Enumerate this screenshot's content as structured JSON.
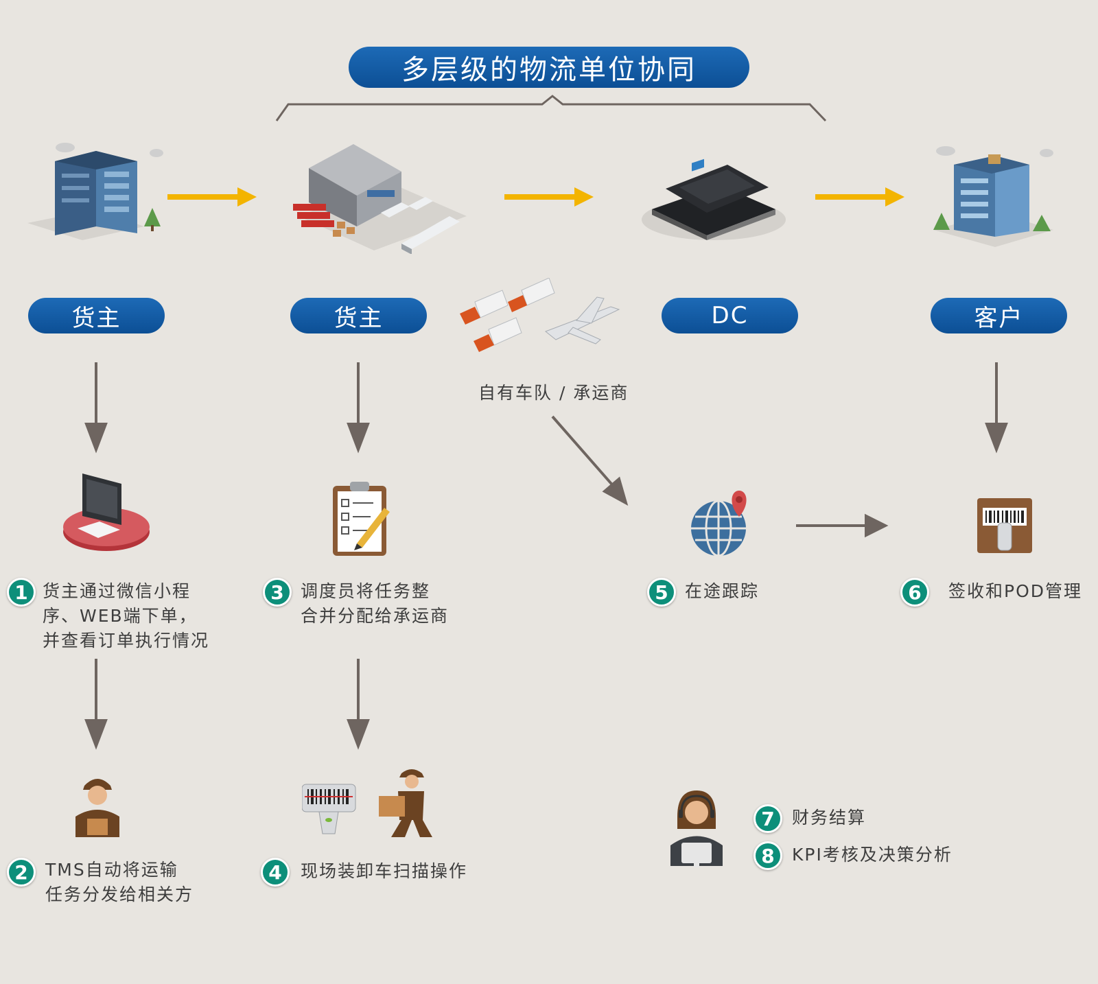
{
  "header": {
    "title": "多层级的物流单位协同"
  },
  "nodes": [
    {
      "label": "货主",
      "icon": "office-building-icon"
    },
    {
      "label": "货主",
      "icon": "warehouse-icon"
    },
    {
      "label": "DC",
      "icon": "chip-icon"
    },
    {
      "label": "客户",
      "icon": "customer-building-icon"
    }
  ],
  "carrier": {
    "label": "自有车队 / 承运商",
    "icon": "trucks-plane-icon"
  },
  "steps": [
    {
      "num": "1",
      "lines": [
        "货主通过微信小程",
        "序、WEB端下单，",
        "并查看订单执行情况"
      ],
      "icon": "computer-icon"
    },
    {
      "num": "2",
      "lines": [
        "TMS自动将运输",
        "任务分发给相关方"
      ],
      "icon": "worker-icon"
    },
    {
      "num": "3",
      "lines": [
        "调度员将任务整",
        "合并分配给承运商"
      ],
      "icon": "clipboard-icon"
    },
    {
      "num": "4",
      "lines": [
        "现场装卸车扫描操作"
      ],
      "icon": "scanner-courier-icon"
    },
    {
      "num": "5",
      "lines": [
        "在途跟踪"
      ],
      "icon": "globe-pin-icon"
    },
    {
      "num": "6",
      "lines": [
        "签收和POD管理"
      ],
      "icon": "barcode-box-icon"
    },
    {
      "num": "7",
      "lines": [
        "财务结算"
      ],
      "icon": "support-agent-icon"
    },
    {
      "num": "8",
      "lines": [
        "KPI考核及决策分析"
      ],
      "icon": "support-agent-icon"
    }
  ],
  "colors": {
    "pill": "#0c4f95",
    "badge": "#0d8f7a",
    "flow_arrow": "#f3b400",
    "step_arrow": "#6e6560",
    "background": "#e8e5e0"
  }
}
